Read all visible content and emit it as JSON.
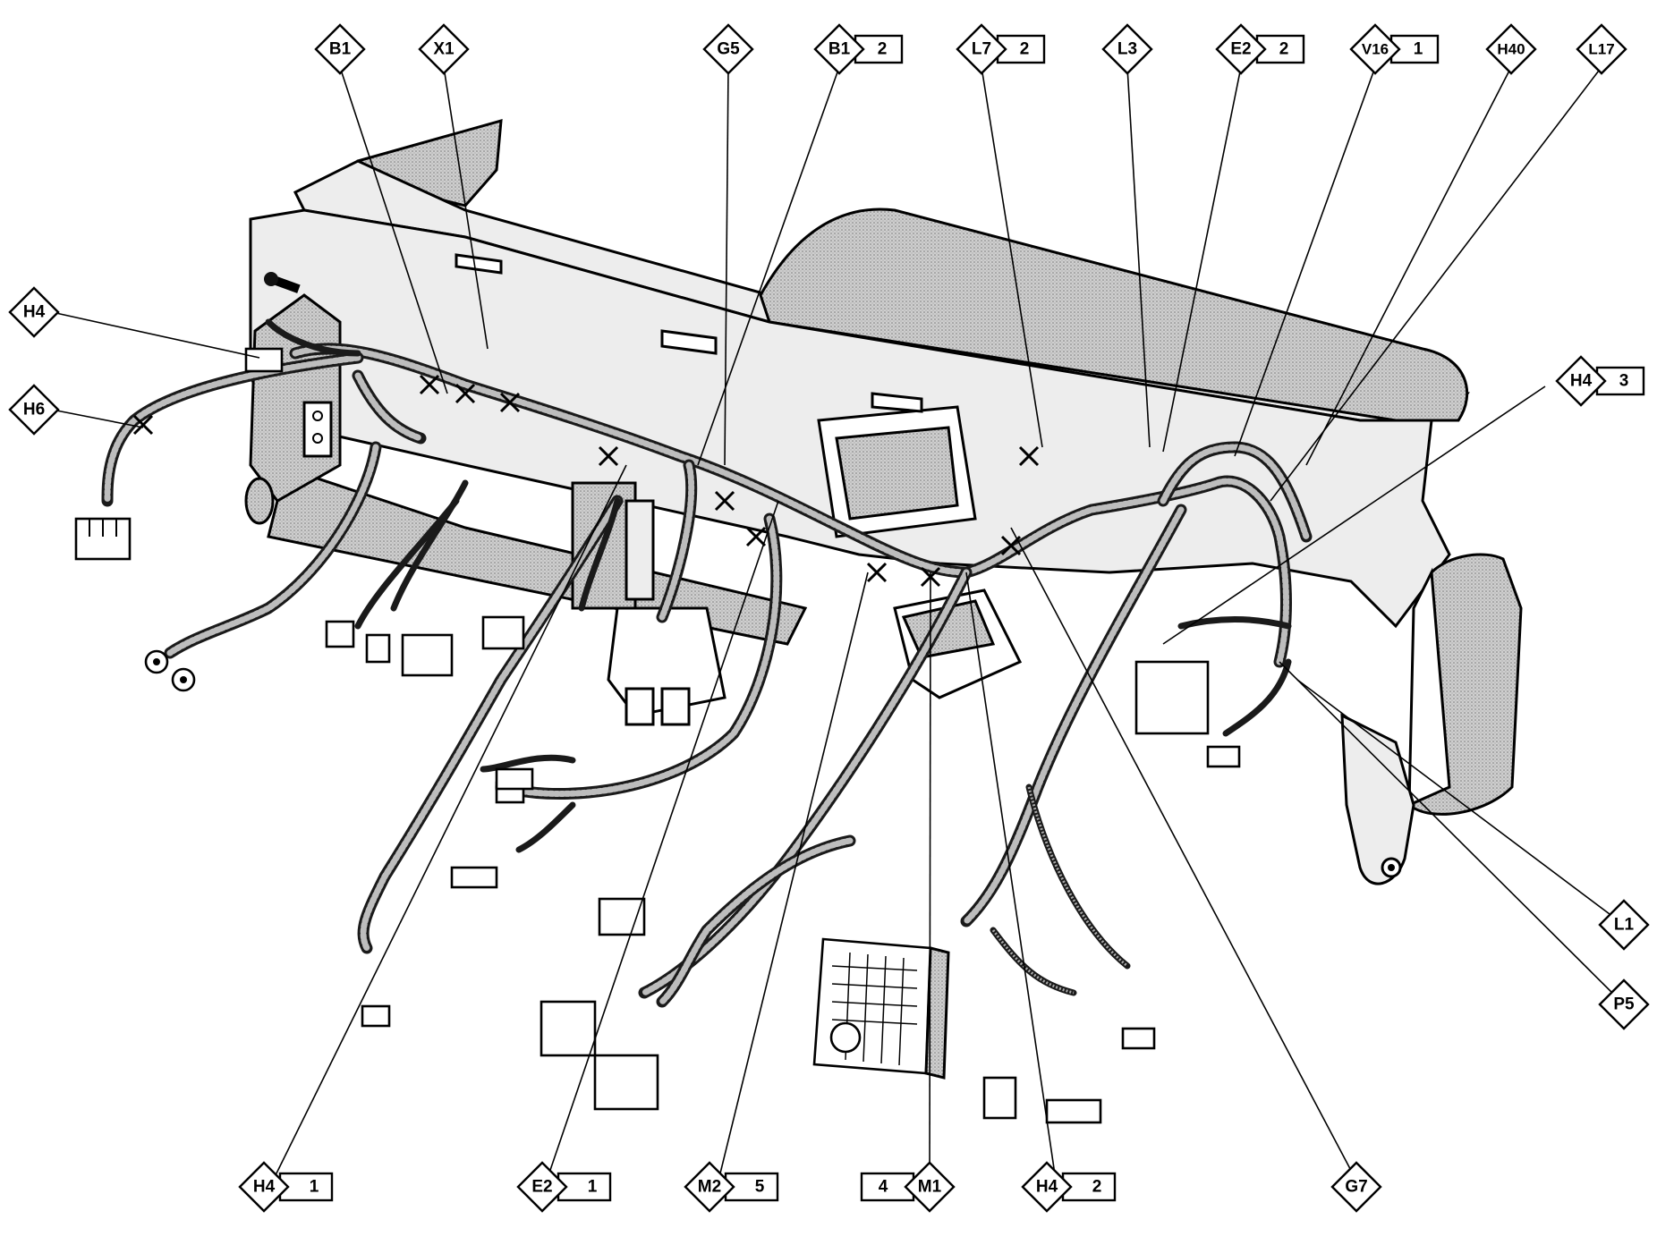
{
  "callouts": [
    {
      "id": "b1-top",
      "code": "B1",
      "num": ""
    },
    {
      "id": "x1-top",
      "code": "X1",
      "num": ""
    },
    {
      "id": "g5-top",
      "code": "G5",
      "num": ""
    },
    {
      "id": "b1-2-top",
      "code": "B1",
      "num": "2"
    },
    {
      "id": "l7-2-top",
      "code": "L7",
      "num": "2"
    },
    {
      "id": "l3-top",
      "code": "L3",
      "num": ""
    },
    {
      "id": "e2-2-top",
      "code": "E2",
      "num": "2"
    },
    {
      "id": "v16-1-top",
      "code": "V16",
      "num": "1"
    },
    {
      "id": "h40-top",
      "code": "H40",
      "num": ""
    },
    {
      "id": "l17-top",
      "code": "L17",
      "num": ""
    },
    {
      "id": "h4-left",
      "code": "H4",
      "num": ""
    },
    {
      "id": "h6-left",
      "code": "H6",
      "num": ""
    },
    {
      "id": "h4-3-right",
      "code": "H4",
      "num": "3"
    },
    {
      "id": "l1-right",
      "code": "L1",
      "num": ""
    },
    {
      "id": "p5-right",
      "code": "P5",
      "num": ""
    },
    {
      "id": "h4-1-bottom",
      "code": "H4",
      "num": "1"
    },
    {
      "id": "e2-1-bottom",
      "code": "E2",
      "num": "1"
    },
    {
      "id": "m2-5-bottom",
      "code": "M2",
      "num": "5"
    },
    {
      "id": "m1-4-bottom",
      "code": "M1",
      "num": "4"
    },
    {
      "id": "h4-2-bottom",
      "code": "H4",
      "num": "2"
    },
    {
      "id": "g7-bottom",
      "code": "G7",
      "num": ""
    }
  ]
}
